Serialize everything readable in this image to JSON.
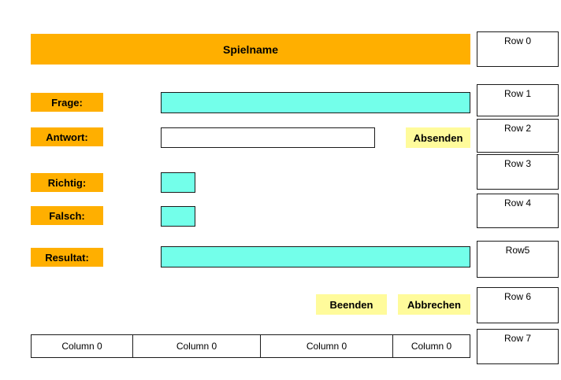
{
  "header": {
    "title": "Spielname"
  },
  "labels": {
    "frage": "Frage:",
    "antwort": "Antwort:",
    "richtig": "Richtig:",
    "falsch": "Falsch:",
    "resultat": "Resultat:"
  },
  "buttons": {
    "absenden": "Absenden",
    "beenden": "Beenden",
    "abbrechen": "Abbrechen"
  },
  "rows": [
    "Row 0",
    "Row 1",
    "Row 2",
    "Row 3",
    "Row 4",
    "Row5",
    "Row 6",
    "Row 7"
  ],
  "columns": [
    "Column 0",
    "Column 0",
    "Column 0",
    "Column 0"
  ],
  "colors": {
    "orange": "#ffaf00",
    "cyan": "#73ffea",
    "yellow": "#fffb9b"
  }
}
